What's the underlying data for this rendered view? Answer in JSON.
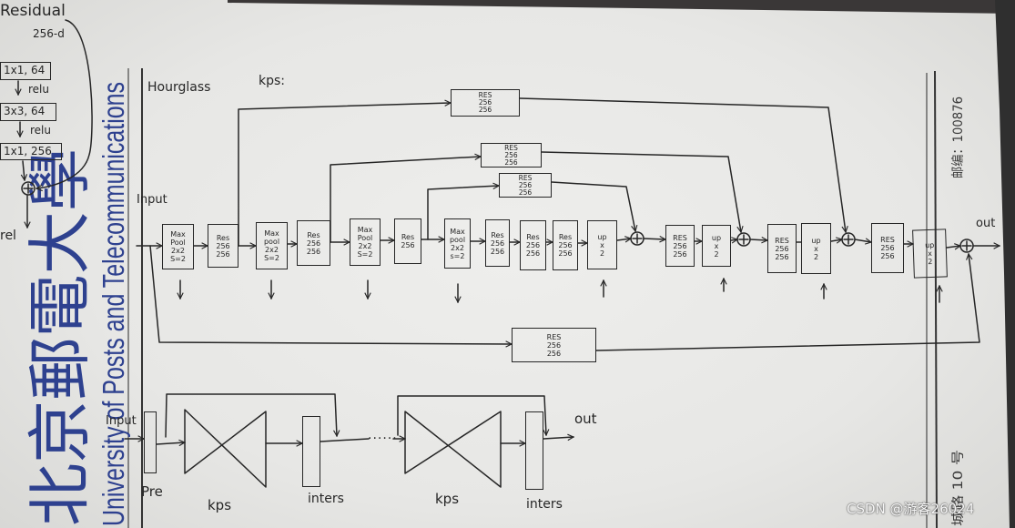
{
  "letterhead": {
    "logo_text": "北京郵電大學",
    "university_name": "University of Posts and Telecommunications",
    "postcode": "邮编：100876",
    "address_fragment": "城路 10 号"
  },
  "margin_notes": {
    "title": "Residual",
    "dims": "256-d",
    "layers": [
      "1x1, 64",
      "3x3, 64",
      "1x1, 256"
    ],
    "activations": [
      "relu",
      "relu",
      "rel"
    ]
  },
  "hourglass": {
    "title": "Hourglass",
    "kps_label": "kps:",
    "input_label": "Input",
    "output_label": "out",
    "main_blocks": [
      "Max\nPool\n2x2\nS=2",
      "Res\n256\n256",
      "Max\npool\n2x2\nS=2",
      "Res\n256\n256",
      "Max\nPool\n2x2\nS=2",
      "Res\n256",
      "Max\npool\n2x2\ns=2",
      "Res\n256\n256",
      "Res\n256\n256",
      "Res\n256\n256",
      "up\nx\n2",
      "RES\n256\n256",
      "up\nx\n2",
      "RES\n256\n256",
      "up\nx\n2",
      "RES\n256\n256",
      "up\nx\n2"
    ],
    "skip_blocks": [
      "RES\n256\n256",
      "RES\n256\n256",
      "RES\n256\n256"
    ],
    "bottom_skip_block": "RES\n256\n256"
  },
  "stacked": {
    "input_label": "Input",
    "pre_label": "Pre",
    "kps_labels": [
      "kps",
      "kps"
    ],
    "inters_labels": [
      "inters",
      "inters"
    ],
    "ellipsis": "......",
    "output_label": "out"
  },
  "watermark": "CSDN @游客26024",
  "colors": {
    "ink": "#262626",
    "letterhead_blue": "#2e418f",
    "paper": "#e9e9e7"
  }
}
